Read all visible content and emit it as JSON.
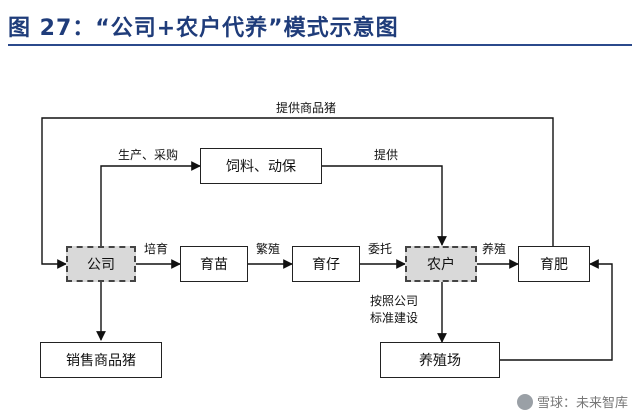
{
  "header": {
    "title": "图 27：“公司+农户代养”模式示意图"
  },
  "nodes": {
    "company": "公司",
    "feed": "饲料、动保",
    "sell": "销售商品猪",
    "nurture": "育苗",
    "piglet": "育仔",
    "farmer": "农户",
    "fatten": "育肥",
    "breeding_farm": "养殖场"
  },
  "edge_labels": {
    "supply_pigs": "提供商品猪",
    "produce_purchase": "生产、采购",
    "provide": "提供",
    "cultivate": "培育",
    "reproduce": "繁殖",
    "entrust": "委托",
    "raise": "养殖",
    "by_company_line1": "按照公司",
    "by_company_line2": "标准建设"
  },
  "watermark": {
    "text": "雪球：未来智库"
  }
}
